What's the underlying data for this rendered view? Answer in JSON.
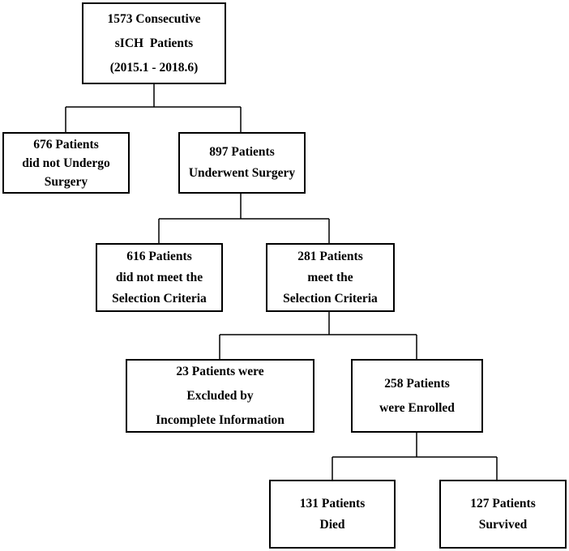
{
  "boxes": {
    "total": {
      "lines": [
        "1573 Consecutive",
        "sICH  Patients",
        "(2015.1 - 2018.6)"
      ]
    },
    "no_surgery": {
      "lines": [
        "676 Patients",
        "did not Undergo",
        "Surgery"
      ]
    },
    "surgery": {
      "lines": [
        "897 Patients",
        "Underwent Surgery"
      ]
    },
    "not_meet": {
      "lines": [
        "616 Patients",
        "did not meet the",
        "Selection Criteria"
      ]
    },
    "meet": {
      "lines": [
        "281 Patients",
        "meet the",
        "Selection Criteria"
      ]
    },
    "excluded": {
      "lines": [
        "23 Patients were",
        "Excluded by",
        "Incomplete Information"
      ]
    },
    "enrolled": {
      "lines": [
        "258 Patients",
        "were Enrolled"
      ]
    },
    "died": {
      "lines": [
        "131 Patients",
        "Died"
      ]
    },
    "survived": {
      "lines": [
        "127 Patients",
        "Survived"
      ]
    }
  }
}
